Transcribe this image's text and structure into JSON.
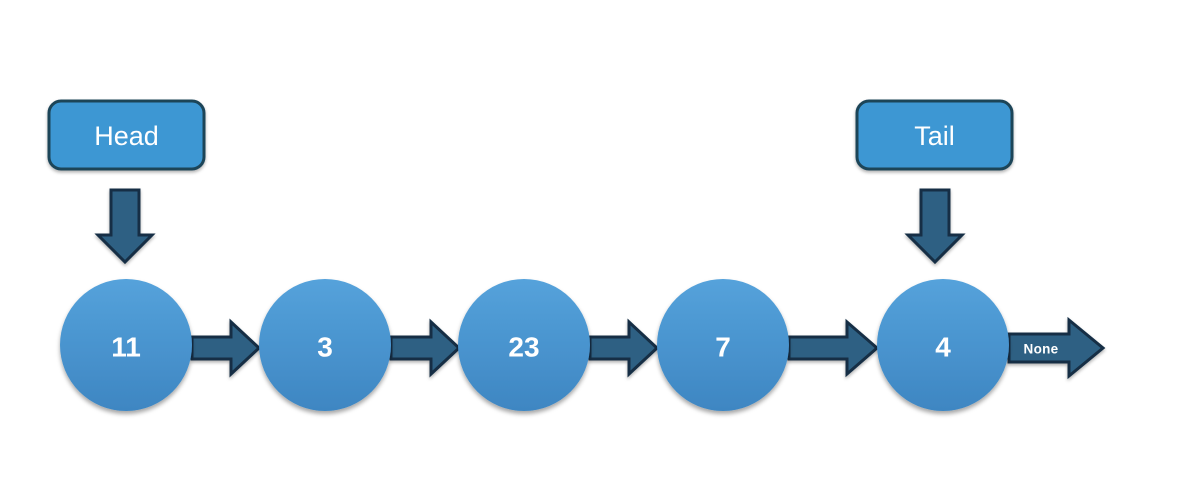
{
  "labels": {
    "head": "Head",
    "tail": "Tail",
    "none": "None"
  },
  "nodes": [
    {
      "value": "11"
    },
    {
      "value": "3"
    },
    {
      "value": "23"
    },
    {
      "value": "7"
    },
    {
      "value": "4"
    }
  ],
  "colors": {
    "background": "#ffffff",
    "box_fill": "#3E97D3",
    "box_border": "#1E4459",
    "node_grad_top": "#55A2DB",
    "node_grad_bottom": "#3E86C2",
    "arrow_fill": "#2F6183",
    "arrow_border": "#132F44",
    "text": "#ffffff"
  }
}
